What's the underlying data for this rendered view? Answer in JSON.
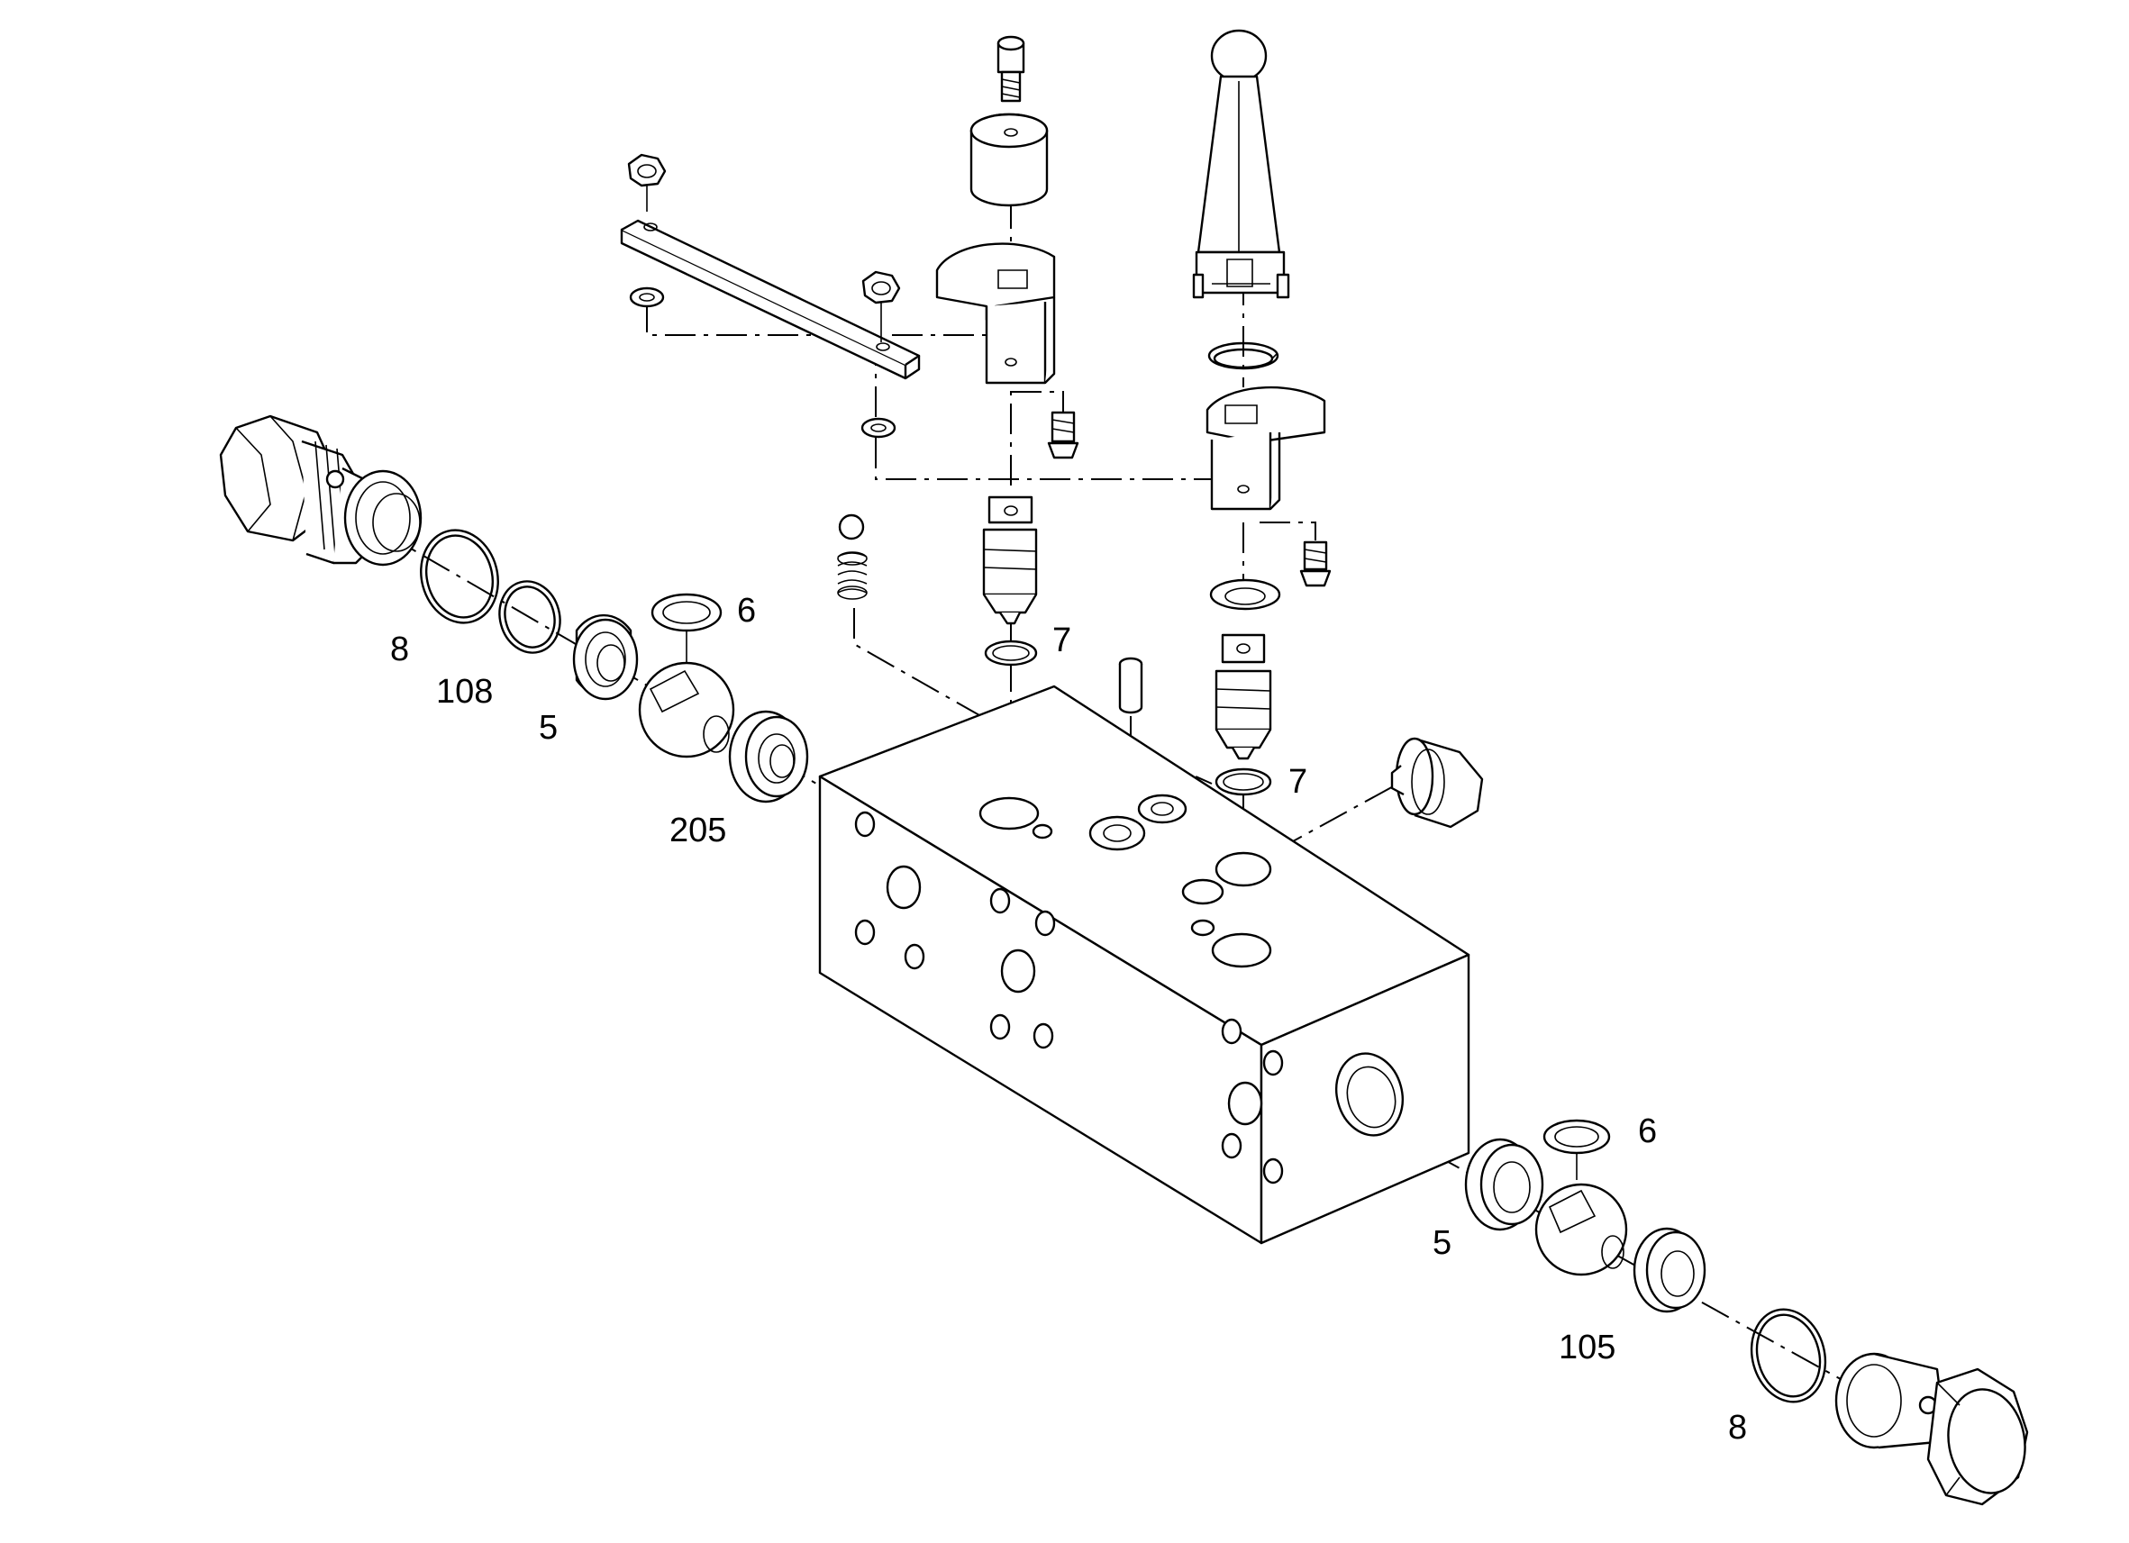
{
  "callouts": [
    {
      "id": "c-8-left",
      "text": "8"
    },
    {
      "id": "c-108",
      "text": "108"
    },
    {
      "id": "c-5-left",
      "text": "5"
    },
    {
      "id": "c-6-top",
      "text": "6"
    },
    {
      "id": "c-205",
      "text": "205"
    },
    {
      "id": "c-7-a",
      "text": "7"
    },
    {
      "id": "c-7-b",
      "text": "7"
    },
    {
      "id": "c-6-bottom",
      "text": "6"
    },
    {
      "id": "c-5-right",
      "text": "5"
    },
    {
      "id": "c-105",
      "text": "105"
    },
    {
      "id": "c-8-right",
      "text": "8"
    }
  ]
}
